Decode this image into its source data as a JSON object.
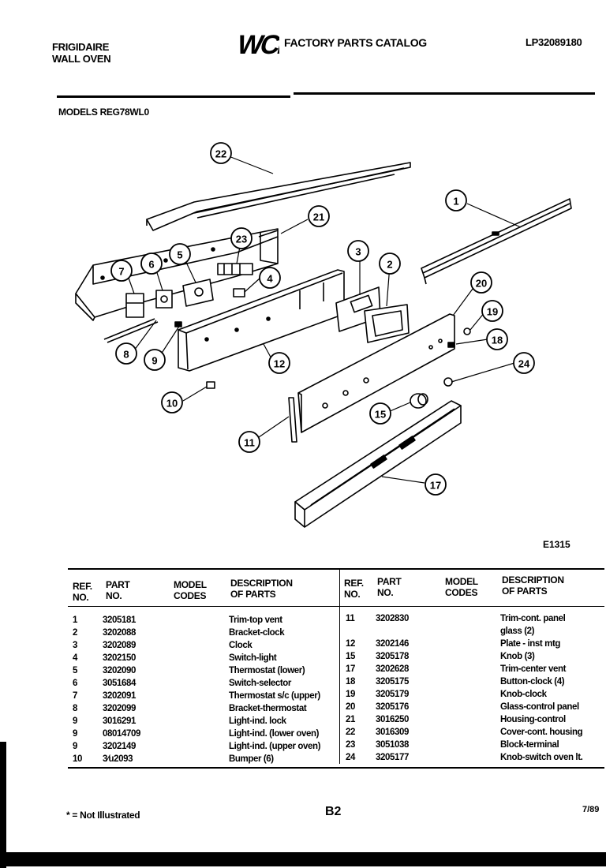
{
  "header": {
    "brand_line1": "FRIGIDAIRE",
    "brand_line2": "WALL OVEN",
    "logo_text": "WCI",
    "catalog_title": "FACTORY PARTS CATALOG",
    "catalog_number": "LP32089180",
    "models": "MODELS REG78WL0"
  },
  "illustration": {
    "figure_id": "E1315",
    "callouts": [
      "22",
      "21",
      "1",
      "23",
      "7",
      "6",
      "5",
      "4",
      "3",
      "2",
      "20",
      "19",
      "18",
      "24",
      "8",
      "9",
      "12",
      "10",
      "11",
      "15",
      "17"
    ]
  },
  "table": {
    "headers": {
      "ref_no": [
        "REF.",
        "NO."
      ],
      "part_no": [
        "PART",
        "NO."
      ],
      "model_codes": [
        "MODEL",
        "CODES"
      ],
      "description": [
        "DESCRIPTION",
        "OF PARTS"
      ]
    },
    "left_rows": [
      {
        "ref": "1",
        "part": "3205181",
        "desc": "Trim-top vent"
      },
      {
        "ref": "2",
        "part": "3202088",
        "desc": "Bracket-clock"
      },
      {
        "ref": "3",
        "part": "3202089",
        "desc": "Clock"
      },
      {
        "ref": "4",
        "part": "3202150",
        "desc": "Switch-light"
      },
      {
        "ref": "5",
        "part": "3202090",
        "desc": "Thermostat (lower)"
      },
      {
        "ref": "6",
        "part": "3051684",
        "desc": "Switch-selector"
      },
      {
        "ref": "7",
        "part": "3202091",
        "desc": "Thermostat s/c (upper)"
      },
      {
        "ref": "8",
        "part": "3202099",
        "desc": "Bracket-thermostat"
      },
      {
        "ref": "9",
        "part": "3016291",
        "desc": "Light-ind. lock"
      },
      {
        "ref": "9",
        "part": "08014709",
        "desc": "Light-ind. (lower oven)"
      },
      {
        "ref": "9",
        "part": "3202149",
        "desc": "Light-ind. (upper oven)"
      },
      {
        "ref": "10",
        "part": "3⁄u2093",
        "desc": "Bumper (6)"
      }
    ],
    "right_rows": [
      {
        "ref": "11",
        "part": "3202830",
        "desc": "Trim-cont. panel"
      },
      {
        "ref": "",
        "part": "",
        "desc": "glass (2)"
      },
      {
        "ref": "12",
        "part": "3202146",
        "desc": "Plate - inst mtg"
      },
      {
        "ref": "15",
        "part": "3205178",
        "desc": "Knob (3)"
      },
      {
        "ref": "17",
        "part": "3202628",
        "desc": "Trim-center vent"
      },
      {
        "ref": "18",
        "part": "3205175",
        "desc": "Button-clock (4)"
      },
      {
        "ref": "19",
        "part": "3205179",
        "desc": "Knob-clock"
      },
      {
        "ref": "20",
        "part": "3205176",
        "desc": "Glass-control panel"
      },
      {
        "ref": "21",
        "part": "3016250",
        "desc": "Housing-control"
      },
      {
        "ref": "22",
        "part": "3016309",
        "desc": "Cover-cont. housing"
      },
      {
        "ref": "23",
        "part": "3051038",
        "desc": "Block-terminal"
      },
      {
        "ref": "24",
        "part": "3205177",
        "desc": "Knob-switch oven lt."
      }
    ]
  },
  "footer": {
    "note": "* = Not Illustrated",
    "page": "B2",
    "date": "7/89"
  }
}
